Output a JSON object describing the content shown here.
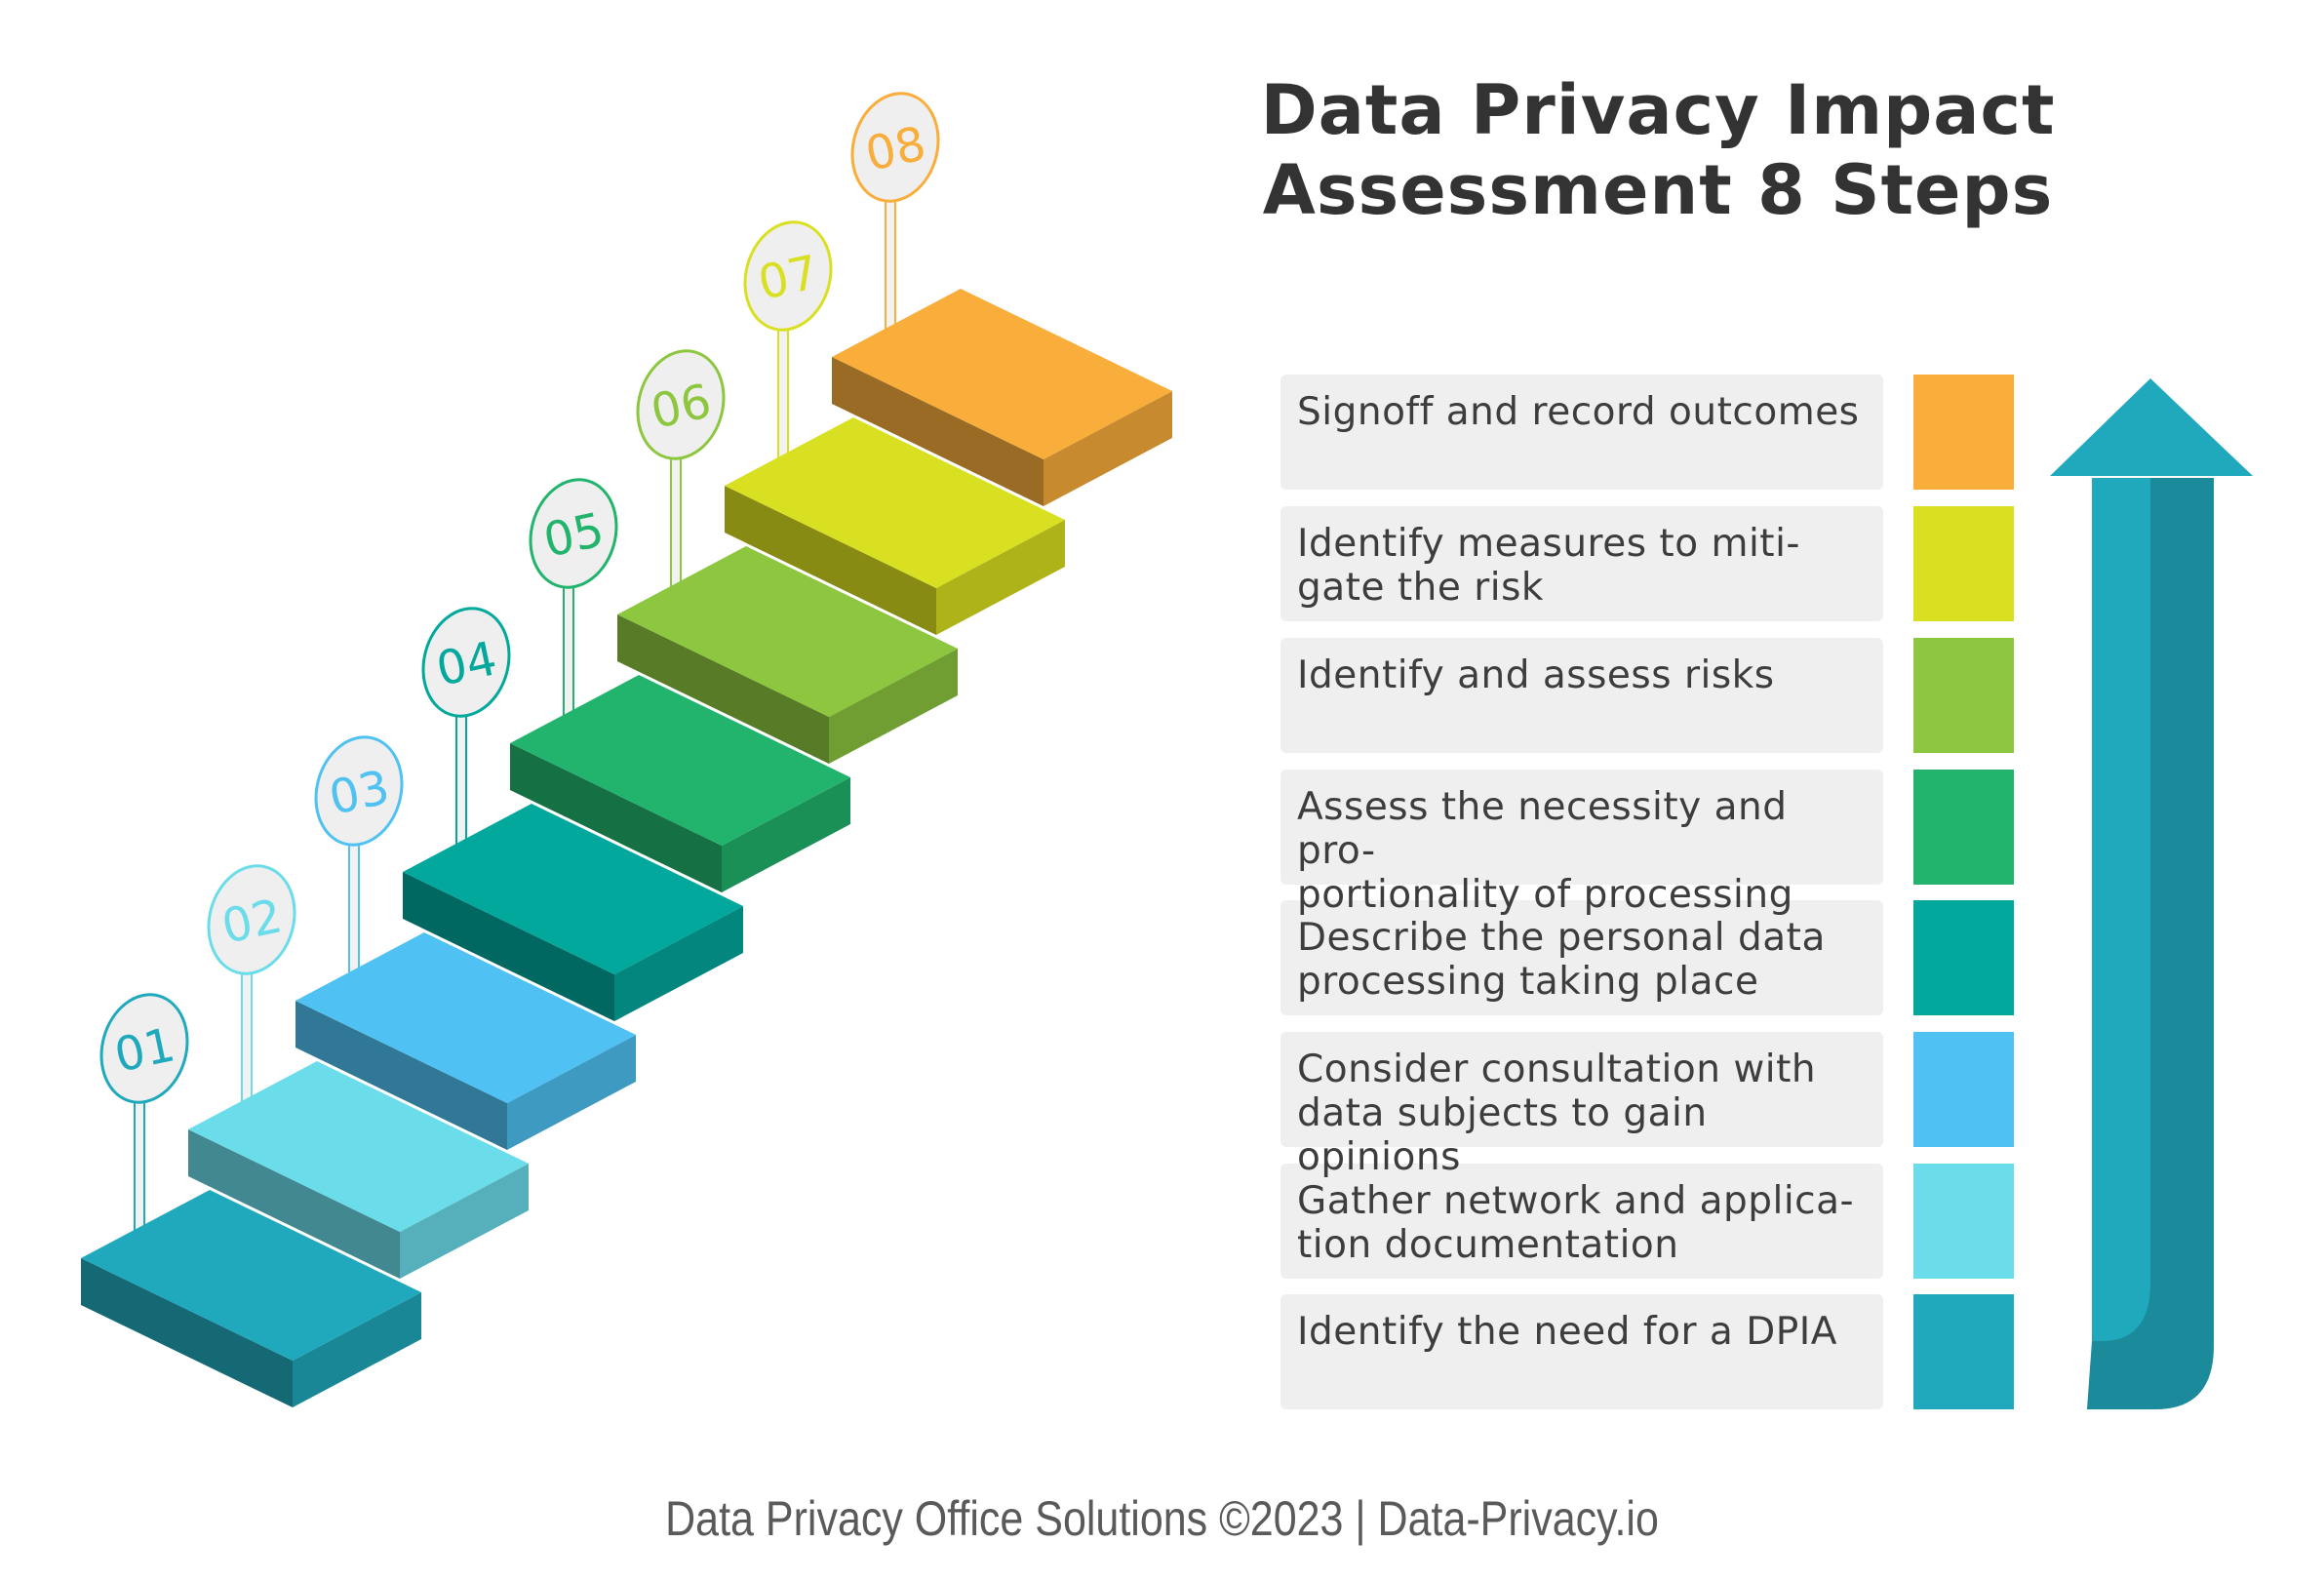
{
  "title": {
    "line1": "Data Privacy Impact",
    "line2": "Assessment 8 Steps"
  },
  "steps": [
    {
      "number": "01",
      "label": "Identify the need for a DPIA",
      "color": "#20a9bd"
    },
    {
      "number": "02",
      "label": "Gather network and applica-\ntion documentation",
      "color": "#6adcea"
    },
    {
      "number": "03",
      "label": "Consider consultation with\ndata subjects to gain opinions",
      "color": "#4fc1f2"
    },
    {
      "number": "04",
      "label": "Describe the personal data\nprocessing taking place",
      "color": "#02a89c"
    },
    {
      "number": "05",
      "label": "Assess the necessity and pro-\nportionality of processing",
      "color": "#22b46c"
    },
    {
      "number": "06",
      "label": "Identify and assess risks",
      "color": "#8dc63f"
    },
    {
      "number": "07",
      "label": "Identify measures to miti-\ngate the risk",
      "color": "#d9e021"
    },
    {
      "number": "08",
      "label": "Signoff and record outcomes",
      "color": "#f9ad3a"
    }
  ],
  "arrow_color": "#20a9bd",
  "footer": "Data Privacy Office Solutions ©2023 | Data-Privacy.io"
}
